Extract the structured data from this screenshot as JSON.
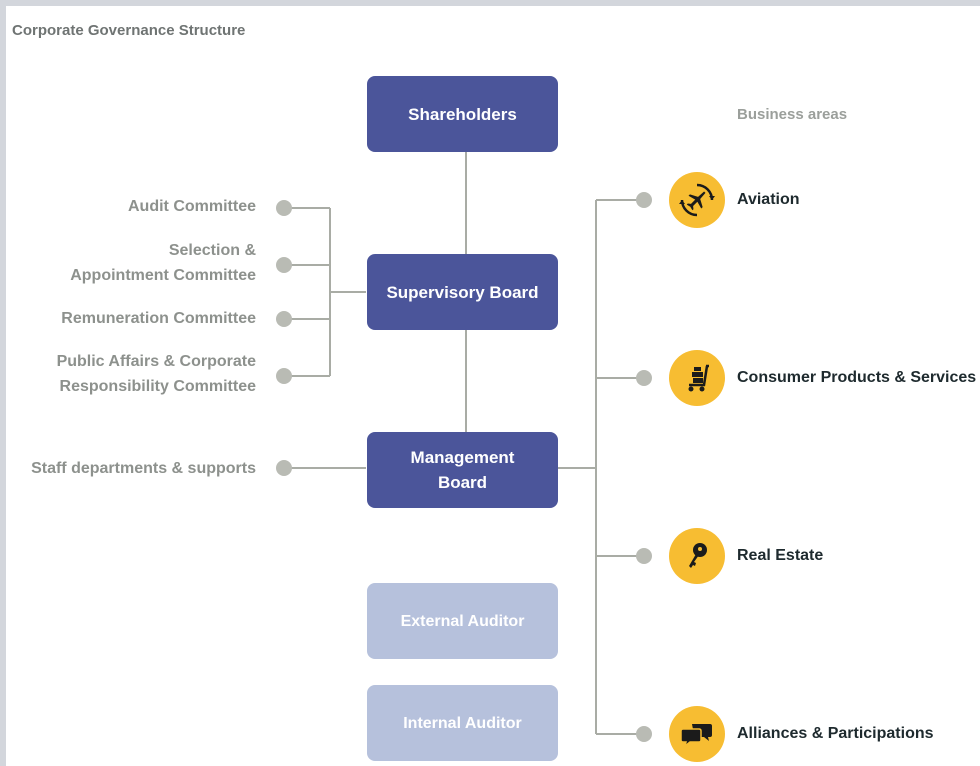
{
  "title": "Corporate Governance Structure",
  "boxes": {
    "shareholders": "Shareholders",
    "supervisory_board": "Supervisory Board",
    "management_board_line1": "Management",
    "management_board_line2": "Board",
    "external_auditor": "External Auditor",
    "internal_auditor": "Internal Auditor"
  },
  "committees": [
    {
      "line1": "Audit Committee"
    },
    {
      "line1": "Selection &",
      "line2": "Appointment Committee"
    },
    {
      "line1": "Remuneration Committee"
    },
    {
      "line1": "Public Affairs & Corporate",
      "line2": "Responsibility Committee"
    }
  ],
  "staff": "Staff departments & supports",
  "business_areas": {
    "heading": "Business areas",
    "items": [
      {
        "label": "Aviation",
        "icon": "airplane-icon"
      },
      {
        "label": "Consumer Products & Services",
        "icon": "shopping-cart-icon"
      },
      {
        "label": "Real Estate",
        "icon": "key-icon"
      },
      {
        "label": "Alliances & Participations",
        "icon": "speech-bubbles-icon"
      }
    ]
  },
  "colors": {
    "dark_box": "#4b559a",
    "light_box": "#b6c1dc",
    "icon_circle": "#f7bd32",
    "connector": "#a9aca5"
  }
}
